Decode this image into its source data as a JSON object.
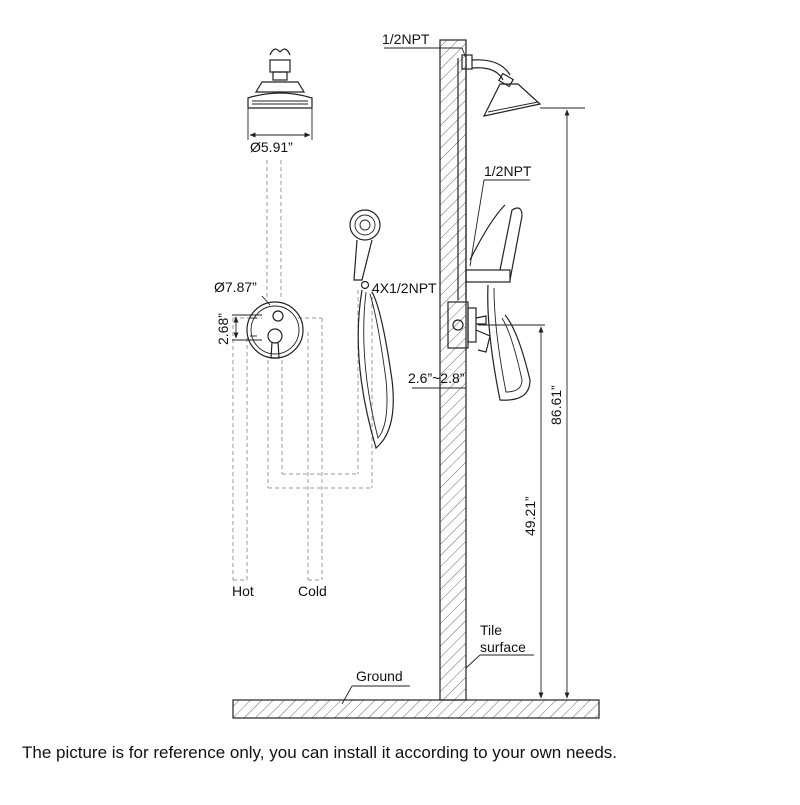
{
  "labels": {
    "npt_top": "1/2NPT",
    "npt_handheld": "1/2NPT",
    "head_diameter": "Ø5.91”",
    "plate_diameter": "Ø7.87”",
    "valve_spacing": "2.68”",
    "outlets": "4X1/2NPT",
    "depth_range": "2.6”~2.8”",
    "height_total": "86.61”",
    "height_valve": "49.21”",
    "hot": "Hot",
    "cold": "Cold",
    "tile_surface_1": "Tile",
    "tile_surface_2": "surface",
    "ground": "Ground"
  },
  "caption": "The picture is for reference only, you can install it according to your own needs.",
  "colors": {
    "line": "#222222",
    "pipe": "#9a9a9a",
    "background": "#ffffff"
  }
}
